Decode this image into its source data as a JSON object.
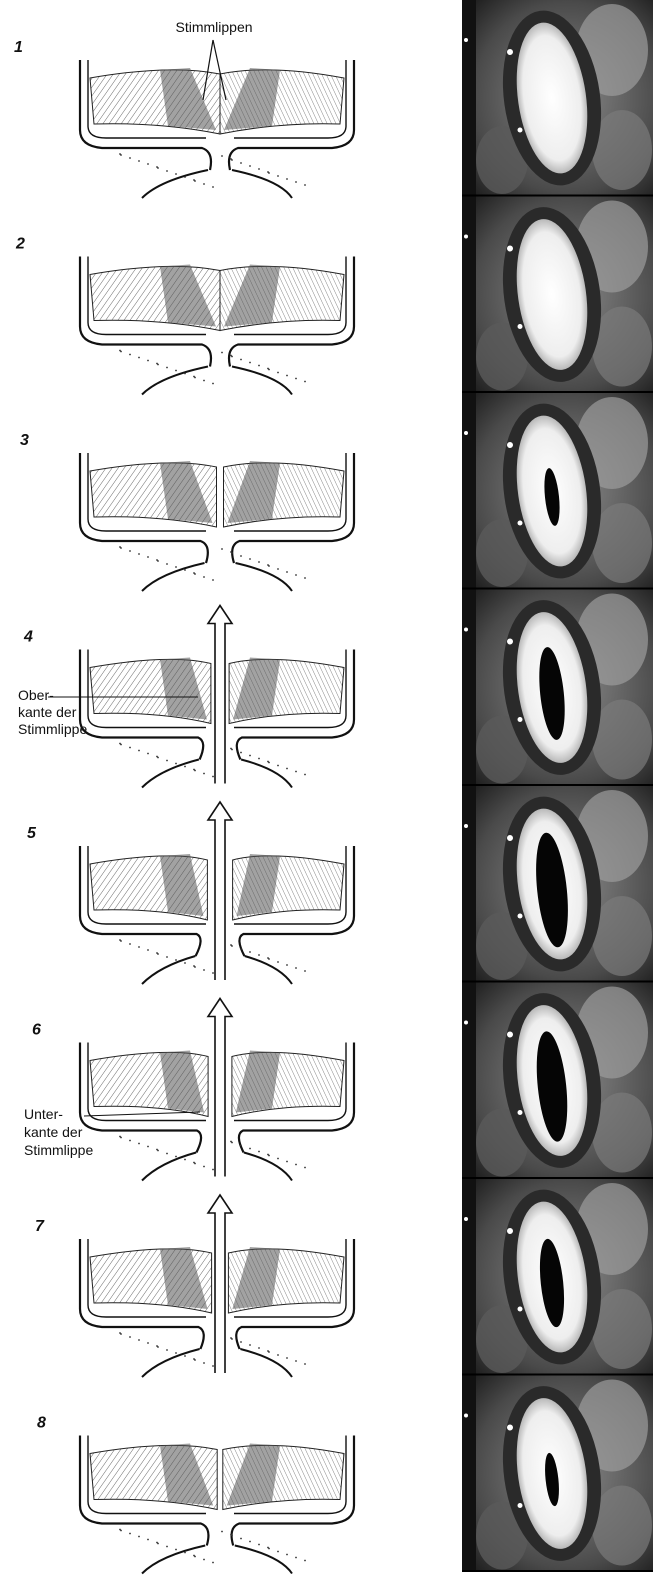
{
  "frames": [
    {
      "number": "1",
      "glottis_opening": 0.0,
      "airflow": "none"
    },
    {
      "number": "2",
      "glottis_opening": 0.0,
      "airflow": "none"
    },
    {
      "number": "3",
      "glottis_opening": 0.25,
      "airflow": "none"
    },
    {
      "number": "4",
      "glottis_opening": 0.65,
      "airflow": "strong"
    },
    {
      "number": "5",
      "glottis_opening": 0.9,
      "airflow": "strong"
    },
    {
      "number": "6",
      "glottis_opening": 0.85,
      "airflow": "strong"
    },
    {
      "number": "7",
      "glottis_opening": 0.6,
      "airflow": "strong"
    },
    {
      "number": "8",
      "glottis_opening": 0.2,
      "airflow": "none"
    }
  ],
  "annotations": {
    "stimmlippen": "Stimmlippen",
    "oberkante_line1": "Ober-",
    "oberkante_line2": "kante der",
    "oberkante_line3": "Stimmlippe",
    "unterkante_line1": "Unter-",
    "unterkante_line2": "kante der",
    "unterkante_line3": "Stimmlippe"
  },
  "colors": {
    "ink": "#111111",
    "photo_dark": "#1a1a1a",
    "photo_mid": "#6e6e6e",
    "photo_light": "#e8e8e8"
  }
}
